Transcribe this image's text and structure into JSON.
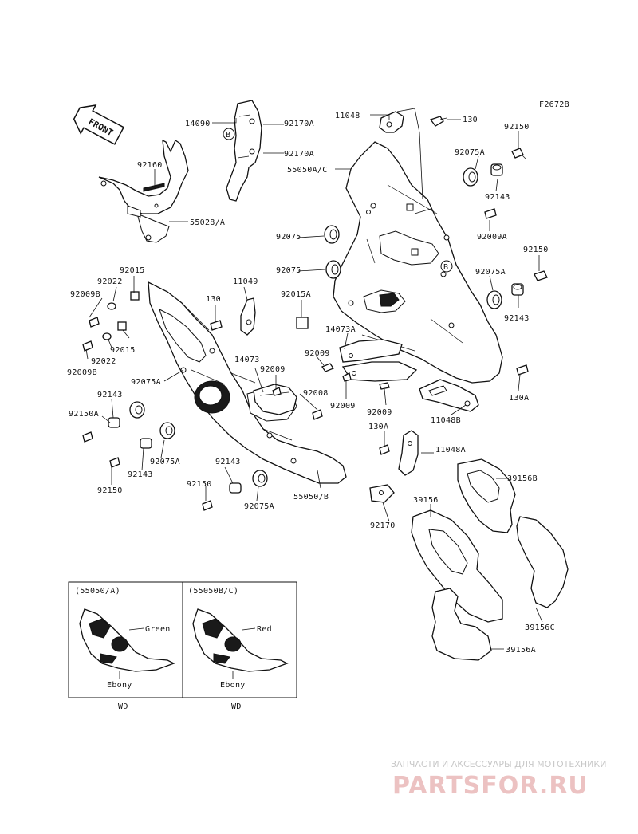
{
  "figure_code": "F2672B",
  "front_label": "FRONT",
  "labels": {
    "p14090": "14090",
    "p92170A_1": "92170A",
    "p92170A_2": "92170A",
    "p11048": "11048",
    "p130_top": "130",
    "p92150_top": "92150",
    "p92160": "92160",
    "p55050AC": "55050A/C",
    "p92075A_1": "92075A",
    "p92143_1": "92143",
    "p55028A": "55028/A",
    "p92009A": "92009A",
    "p92075_1": "92075",
    "p92075_2": "92075",
    "p92150_r2": "92150",
    "p92075A_2": "92075A",
    "p92015": "92015",
    "p92022_1": "92022",
    "p11049": "11049",
    "p92009B_1": "92009B",
    "p92015A": "92015A",
    "p92143_2": "92143",
    "p130_mid": "130",
    "p14073A": "14073A",
    "p92015_2": "92015",
    "p92022_2": "92022",
    "p92009_1": "92009",
    "p92009B_2": "92009B",
    "p14073": "14073",
    "p92009_2": "92009",
    "p92075A_3": "92075A",
    "p92008": "92008",
    "p92009_3": "92009",
    "p92009_4": "92009",
    "p130A_1": "130A",
    "p92143_3": "92143",
    "p11048B": "11048B",
    "p92150A": "92150A",
    "p130A_2": "130A",
    "p92075A_4": "92075A",
    "p92143_4": "92143",
    "p11048A": "11048A",
    "p92150_1": "92150",
    "p92143_5": "92143",
    "p39156B": "39156B",
    "p92150_2": "92150",
    "p55050B": "55050/B",
    "p92075A_5": "92075A",
    "p92170": "92170",
    "p39156": "39156",
    "p39156C": "39156C",
    "p39156A": "39156A",
    "callout_b_1": "B",
    "callout_b_2": "B"
  },
  "variants": [
    {
      "code": "(55050/A)",
      "color_top": "Green",
      "color_bottom": "Ebony",
      "region": "WD"
    },
    {
      "code": "(55050B/C)",
      "color_top": "Red",
      "color_bottom": "Ebony",
      "region": "WD"
    }
  ],
  "watermark": {
    "tagline": "ЗАПЧАСТИ И АКСЕССУАРЫ ДЛЯ МОТОТЕХНИКИ",
    "logo": "PARTSFOR.RU"
  },
  "colors": {
    "line": "#111111",
    "background": "#ffffff",
    "watermark_logo": "#ecc2c2",
    "watermark_text": "#c8c8c8"
  }
}
